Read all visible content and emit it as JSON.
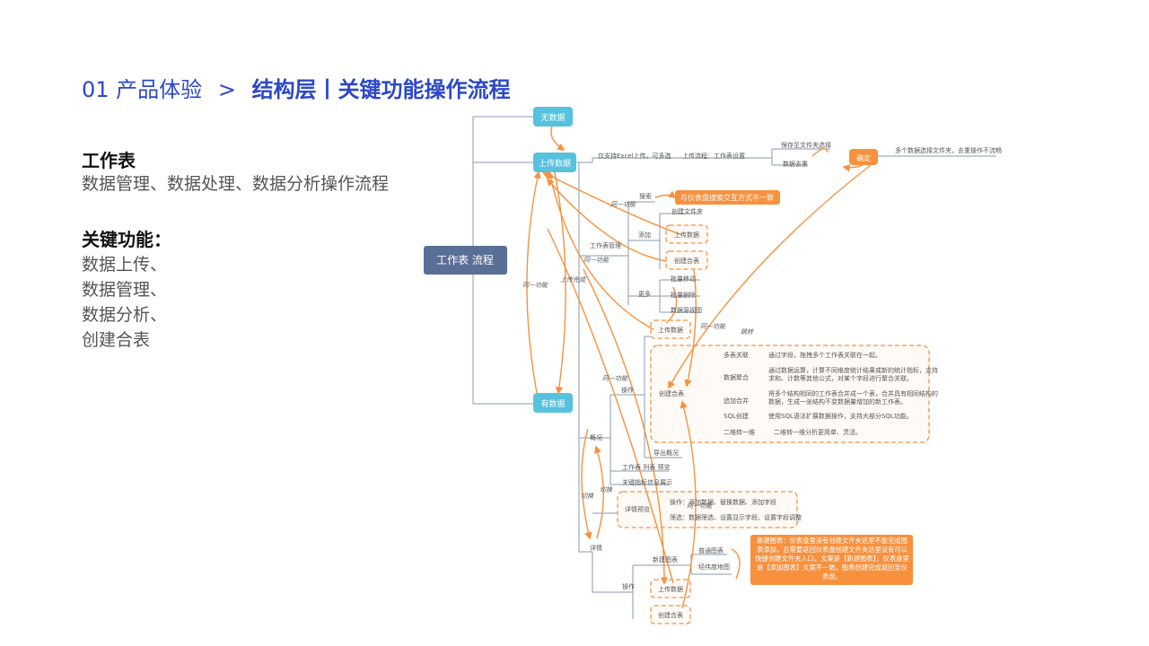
{
  "header": {
    "section": "01 产品体验",
    "separator": ">",
    "title": "结构层丨关键功能操作流程"
  },
  "left_panel": {
    "title": "工作表",
    "desc": "数据管理、数据处理、数据分析操作流程",
    "key_title": "关键功能：",
    "features": [
      "数据上传、",
      "数据管理、",
      "数据分析、",
      "创建合表"
    ]
  },
  "diagram": {
    "root": "工作表 流程",
    "no_data": "无数据",
    "upload_data": "上传数据",
    "has_data": "有数据",
    "excel_note": "仅支持Excel上传，可多选",
    "upload_flow": "上传流程：工作表设置",
    "save_folder": "保存至文件夹选择",
    "dedupe": "数据去重",
    "confirm": "确定",
    "confirm_note": "多个数据选择文件夹，去重操作不流畅",
    "search": "搜索",
    "search_note": "与仪表盘搜索交互方式不一致",
    "create_folder": "创建文件夹",
    "sheet_manage": "工作表管理",
    "add": "添加",
    "upload_data_2": "上传数据",
    "create_join": "创建合表",
    "more": "更多",
    "batch_move": "批量移动",
    "batch_delete": "批量删除",
    "source_view": "数据源视图",
    "upload_data_3": "上传数据",
    "same_func_1": "同一功能",
    "same_func_2": "同一功能",
    "same_func_3": "同一功能",
    "same_func_4": "同一功能",
    "same_func_5": "同一功能",
    "same_func_6": "同一功能",
    "upload_done": "上传完成",
    "jump": "跳转",
    "operation": "操作",
    "create_join_2": "创建合表",
    "multi_join": "多表关联",
    "multi_join_desc": "通过字段，拖拽多个工作表关联在一起。",
    "data_agg": "数据聚合",
    "data_agg_desc_1": "通过数据运算，计算不同维度统计结果或新的统计指标，支持",
    "data_agg_desc_2": "求和、计数等其他公式，对某个字段进行聚合关联。",
    "append_merge": "追加合并",
    "append_desc_1": "将多个结构相同的工作表合并成一个表，合并具有相同结构的",
    "append_desc_2": "数据，生成一张结构不变数据量增加的新工作表。",
    "sql_create": "SQL创建",
    "sql_desc": "使用SQL语法扩展数据操作，支持大部分SQL功能。",
    "pivot": "二维转一维",
    "pivot_desc": "二维转一维分析更简单、灵活。",
    "export_overview": "导出概况",
    "overview": "概况",
    "sheet_list_detail": "工作表 列表 预览",
    "key_metrics": "关键指标信息展示",
    "switch_1": "切换",
    "switch_2": "切换",
    "detail_preview": "详情预览",
    "op_detail": "操作：添加数据、替换数据、添加字段",
    "filter_detail": "筛选：数据筛选、设置显示字段、设置字段调整",
    "detail": "详情",
    "new_chart": "新建图表",
    "normal_chart": "普通图表",
    "geo_map": "经纬度地图",
    "new_chart_note": "新建图表：仪表盘里没有创建文件夹这里不能完成图表添加，且需要返回仪表盘创建文件夹这里没有可以快捷创建文件夹入口。文案是【新建图表】，仪表盘里是【添加图表】文案不一致。图表创建完成返回至仪表盘。",
    "operation_2": "操作",
    "upload_data_4": "上传数据",
    "create_join_3": "创建合表"
  },
  "colors": {
    "accent": "#2c48c8",
    "root_node": "#5a6f96",
    "cyan_node": "#56c2de",
    "orange": "#f7913e",
    "line": "#8a9ab3"
  }
}
